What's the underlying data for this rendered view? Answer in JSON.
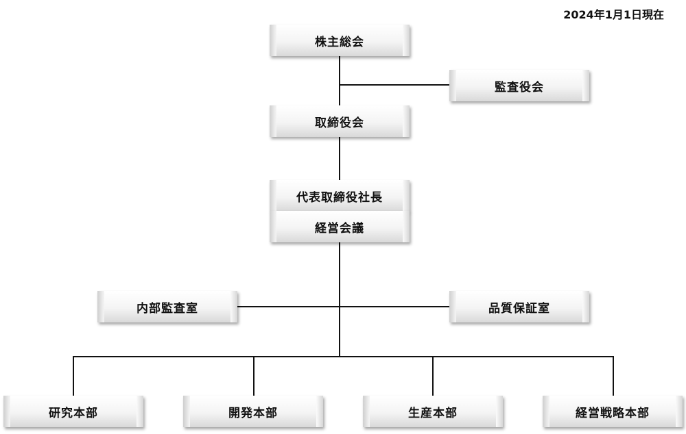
{
  "date_label": "2024年1月1日現在",
  "nodes": {
    "shareholders_meeting": "株主総会",
    "audit_board": "監査役会",
    "board_of_directors": "取締役会",
    "president": "代表取締役社長",
    "management_meeting": "経営会議",
    "internal_audit": "内部監査室",
    "quality_assurance": "品質保証室",
    "research": "研究本部",
    "development": "開発本部",
    "production": "生産本部",
    "strategy": "経営戦略本部"
  }
}
